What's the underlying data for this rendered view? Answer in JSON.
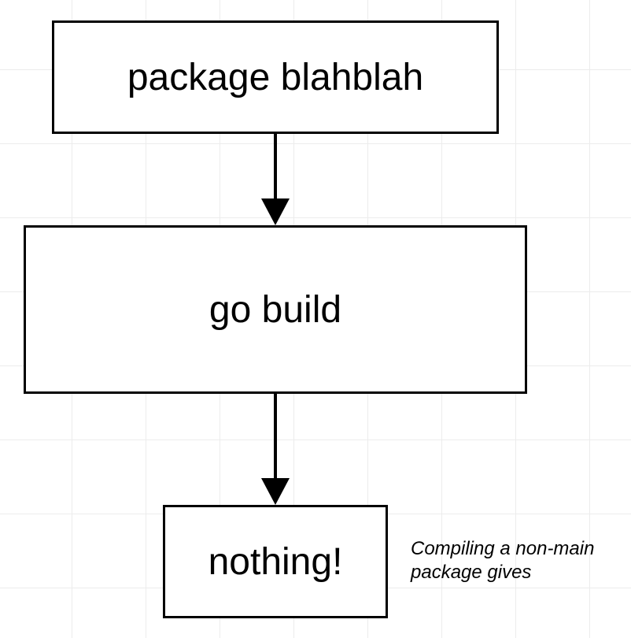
{
  "nodes": {
    "package": {
      "label": "package blahblah"
    },
    "build": {
      "label": "go build"
    },
    "nothing": {
      "label": "nothing!"
    }
  },
  "annotation": {
    "line1": "Compiling a non-main",
    "line2": "package gives"
  },
  "colors": {
    "stroke": "#000000",
    "fill": "#ffffff",
    "grid": "#ececec"
  }
}
